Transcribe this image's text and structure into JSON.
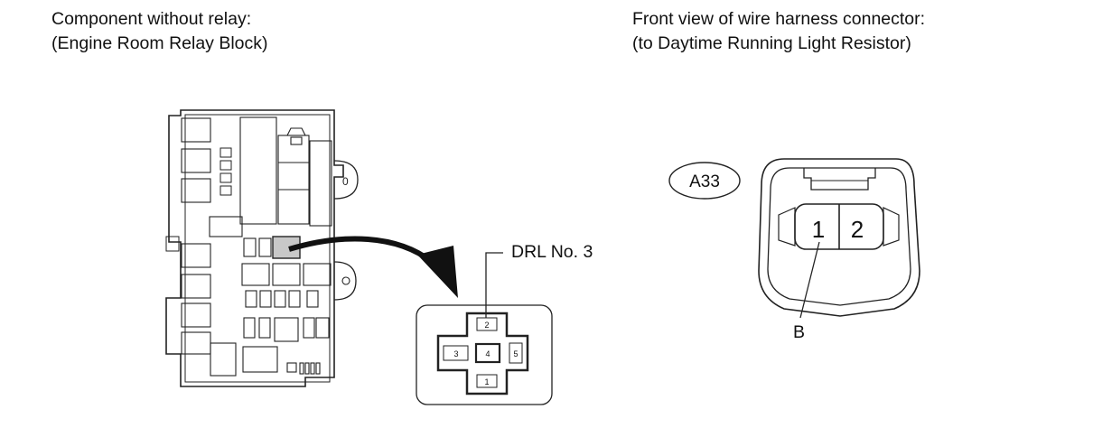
{
  "left_panel": {
    "caption_line1": "Component without relay:",
    "caption_line2": "(Engine Room Relay Block)",
    "relay_label": "DRL No. 3",
    "terminals": {
      "t1": "1",
      "t2": "2",
      "t3": "3",
      "t4": "4",
      "t5": "5"
    },
    "block_tag": "0"
  },
  "right_panel": {
    "caption_line1": "Front view of wire harness connector:",
    "caption_line2": "(to Daytime Running Light Resistor)",
    "connector_id": "A33",
    "pin1": "1",
    "pin2": "2",
    "callout": "B"
  }
}
